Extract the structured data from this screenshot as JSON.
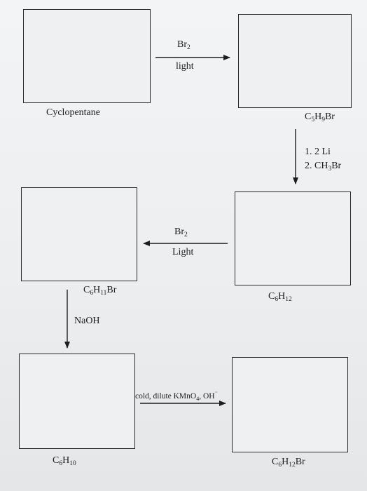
{
  "compounds": {
    "cyclopentane": "Cyclopentane",
    "c5h9br": {
      "a": "C",
      "b": "5",
      "c": "H",
      "d": "9",
      "e": "Br"
    },
    "c6h12": {
      "a": "C",
      "b": "6",
      "c": "H",
      "d": "12"
    },
    "c6h11br": {
      "a": "C",
      "b": "6",
      "c": "H",
      "d": "11",
      "e": "Br"
    },
    "c6h10": {
      "a": "C",
      "b": "6",
      "c": "H",
      "d": "10"
    },
    "c6h12br": {
      "a": "C",
      "b": "6",
      "c": "H",
      "d": "12",
      "e": "Br"
    }
  },
  "conditions": {
    "step1_top": {
      "a": "Br",
      "b": "2"
    },
    "step1_bottom": "light",
    "step2_line1": "1. 2 Li",
    "step2_line2": {
      "a": "2. CH",
      "b": "3",
      "c": "Br"
    },
    "step3_top": {
      "a": "Br",
      "b": "2"
    },
    "step3_bottom": "Light",
    "step4": "NaOH",
    "step5": {
      "a": "cold, dilute KMnO",
      "b": "4",
      "c": ", OH"
    }
  }
}
